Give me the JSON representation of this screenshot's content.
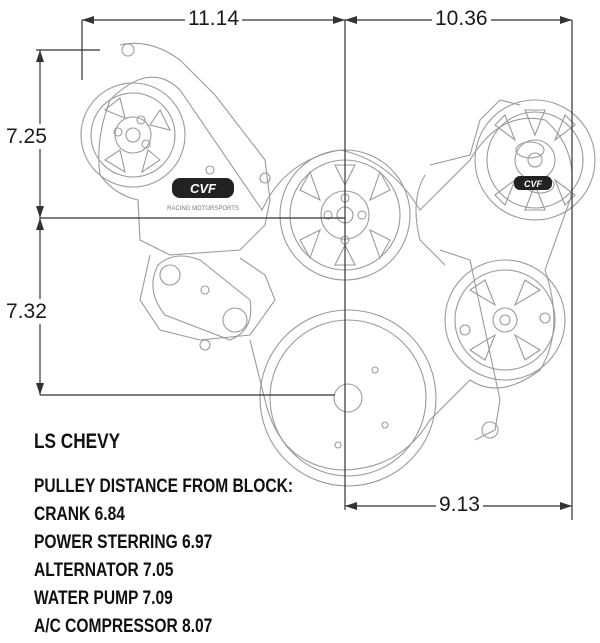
{
  "dimensions": {
    "top_left": "11.14",
    "top_right": "10.36",
    "left_upper": "7.25",
    "left_lower": "7.32",
    "bottom": "9.13"
  },
  "heading": "LS CHEVY",
  "specs": {
    "header": "PULLEY DISTANCE FROM BLOCK:",
    "items": [
      "CRANK 6.84",
      "POWER STERRING 6.97",
      "ALTERNATOR 7.05",
      "WATER PUMP 7.09",
      "A/C COMPRESSOR 8.07"
    ]
  },
  "logo_text": "CVF",
  "logo_subtext": "RACING MOTORSPORTS"
}
